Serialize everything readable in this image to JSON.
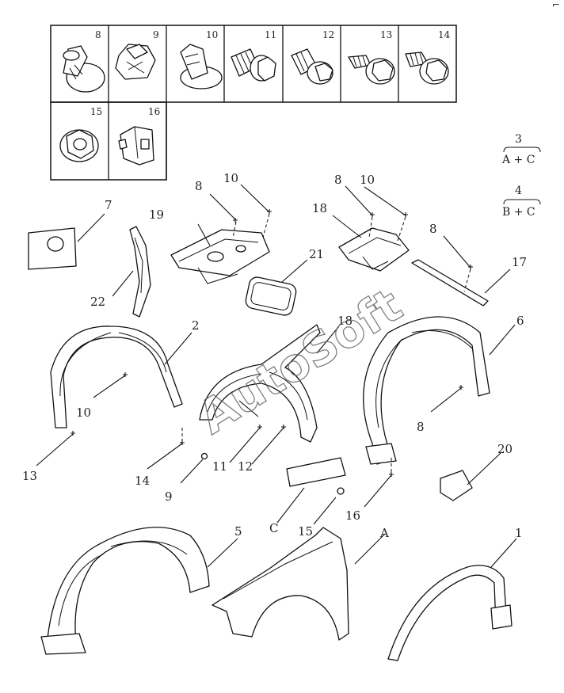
{
  "fasteners": [
    {
      "num": "8"
    },
    {
      "num": "9"
    },
    {
      "num": "10"
    },
    {
      "num": "11"
    },
    {
      "num": "12"
    },
    {
      "num": "13"
    },
    {
      "num": "14"
    },
    {
      "num": "15"
    },
    {
      "num": "16"
    }
  ],
  "notes": [
    {
      "num": "3",
      "sub": "A + C"
    },
    {
      "num": "4",
      "sub": "B + C"
    }
  ],
  "callouts": [
    "7",
    "8",
    "10",
    "19",
    "8",
    "10",
    "18",
    "8",
    "17",
    "21",
    "22",
    "2",
    "18",
    "6",
    "10",
    "8",
    "13",
    "14",
    "9",
    "11",
    "12",
    "20",
    "16",
    "C",
    "15",
    "5",
    "A",
    "1"
  ],
  "watermark": "AutoSoft",
  "corner_mark": "⌐"
}
